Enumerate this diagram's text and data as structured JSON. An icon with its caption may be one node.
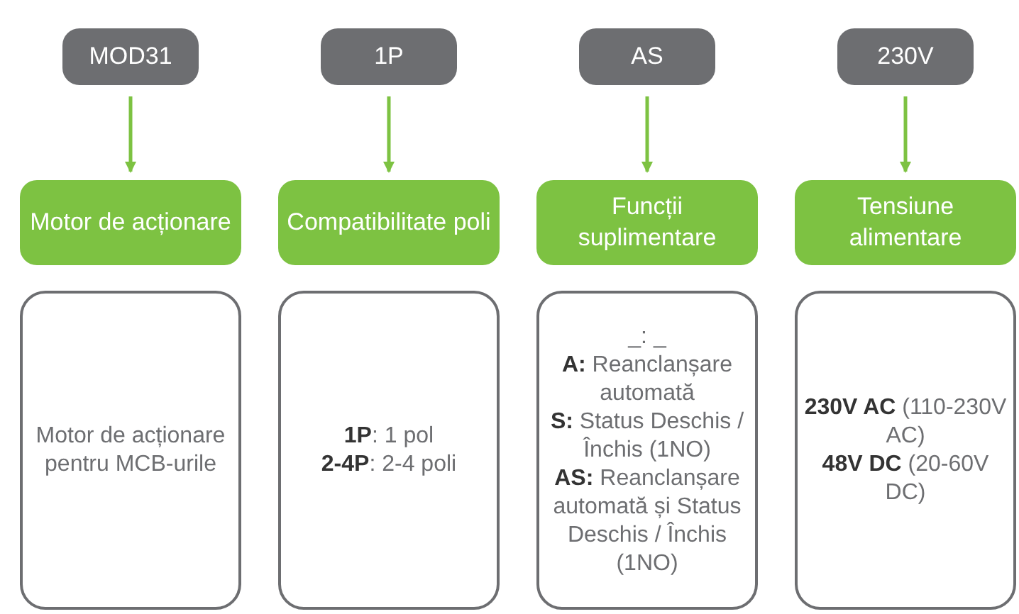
{
  "diagram": {
    "nodes": [
      {
        "text": [
          "MOD31"
        ]
      },
      {
        "text": [
          "1P"
        ]
      },
      {
        "text": [
          "AS"
        ]
      },
      {
        "text": [
          "230V"
        ]
      },
      {
        "text": [
          "Motor de acționare"
        ]
      },
      {
        "text": [
          "Compatibilitate poli"
        ]
      },
      {
        "text": [
          "Funcții suplimentare"
        ]
      },
      {
        "text": [
          "Tensiune alimentare"
        ]
      },
      {
        "text": [
          "Motor de acționare pentru MCB-urile"
        ]
      },
      {
        "text": [
          "**1P**: 1 pol",
          "**2-4P**: 2-4 poli"
        ]
      },
      {
        "text": [
          "_: _",
          "**A:** Reanclanșare automată",
          "**S:** Status Deschis /Închis (1NO)",
          "**AS:** Reanclanșare automată și Status Deschis / Închis (1NO)"
        ]
      },
      {
        "text": [
          "**230V AC** (110-230V AC)",
          "**48V DC** (20-60V DC)"
        ]
      }
    ],
    "edges": [
      {
        "from": 0,
        "to": 4,
        "arrow": "to"
      },
      {
        "from": 1,
        "to": 5,
        "arrow": "to"
      },
      {
        "from": 2,
        "to": 6,
        "arrow": "to"
      },
      {
        "from": 3,
        "to": 7,
        "arrow": "to"
      }
    ]
  }
}
